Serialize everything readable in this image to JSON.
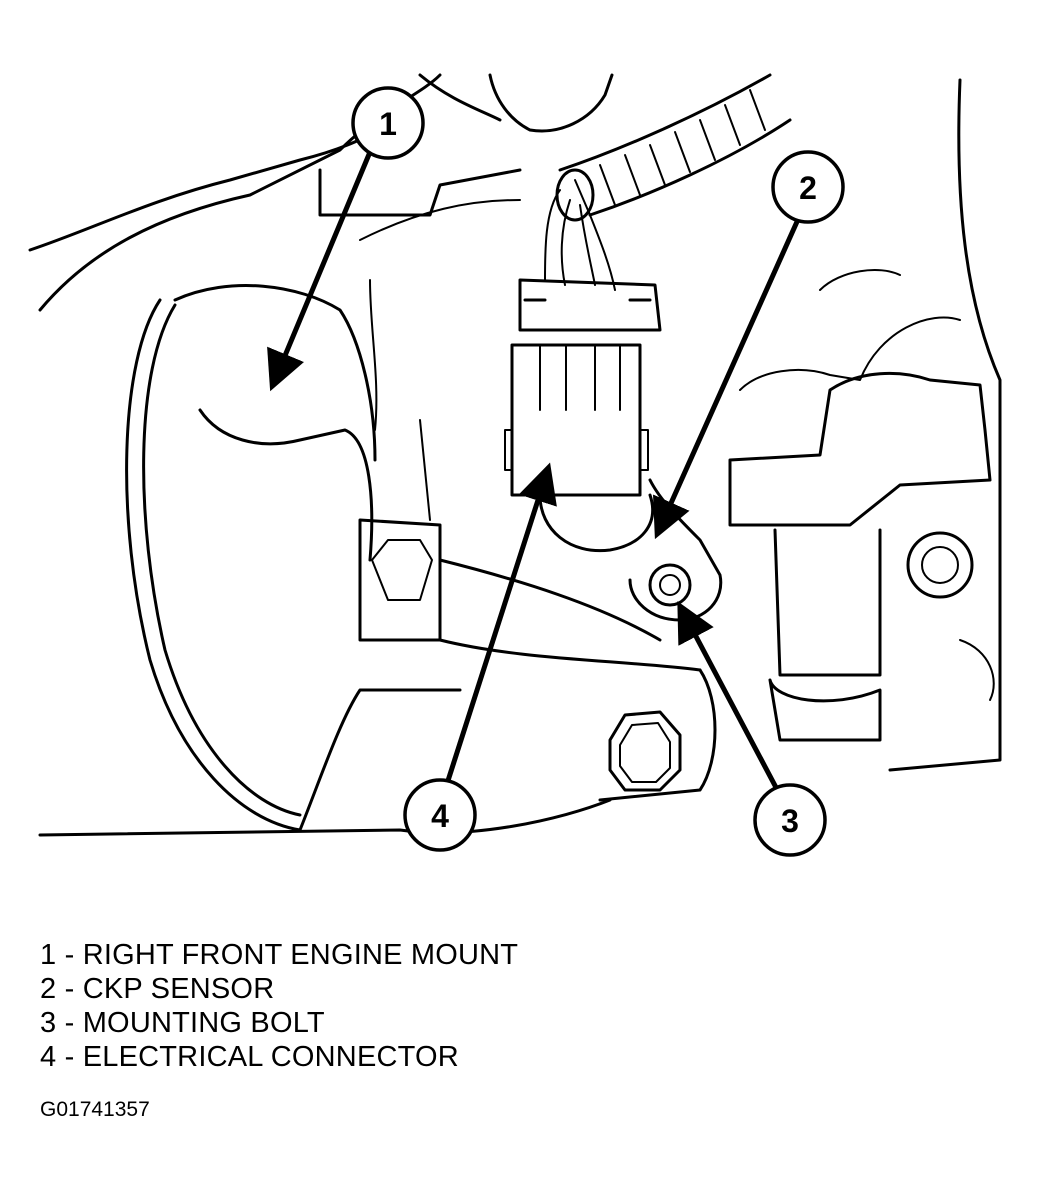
{
  "callouts": [
    {
      "number": "1",
      "label": "RIGHT FRONT ENGINE MOUNT"
    },
    {
      "number": "2",
      "label": "CKP SENSOR"
    },
    {
      "number": "3",
      "label": "MOUNTING BOLT"
    },
    {
      "number": "4",
      "label": "ELECTRICAL CONNECTOR"
    }
  ],
  "legend": [
    "1 - RIGHT FRONT ENGINE MOUNT",
    "2 - CKP SENSOR",
    "3 - MOUNTING BOLT",
    "4 - ELECTRICAL CONNECTOR"
  ],
  "figure_id": "G01741357"
}
